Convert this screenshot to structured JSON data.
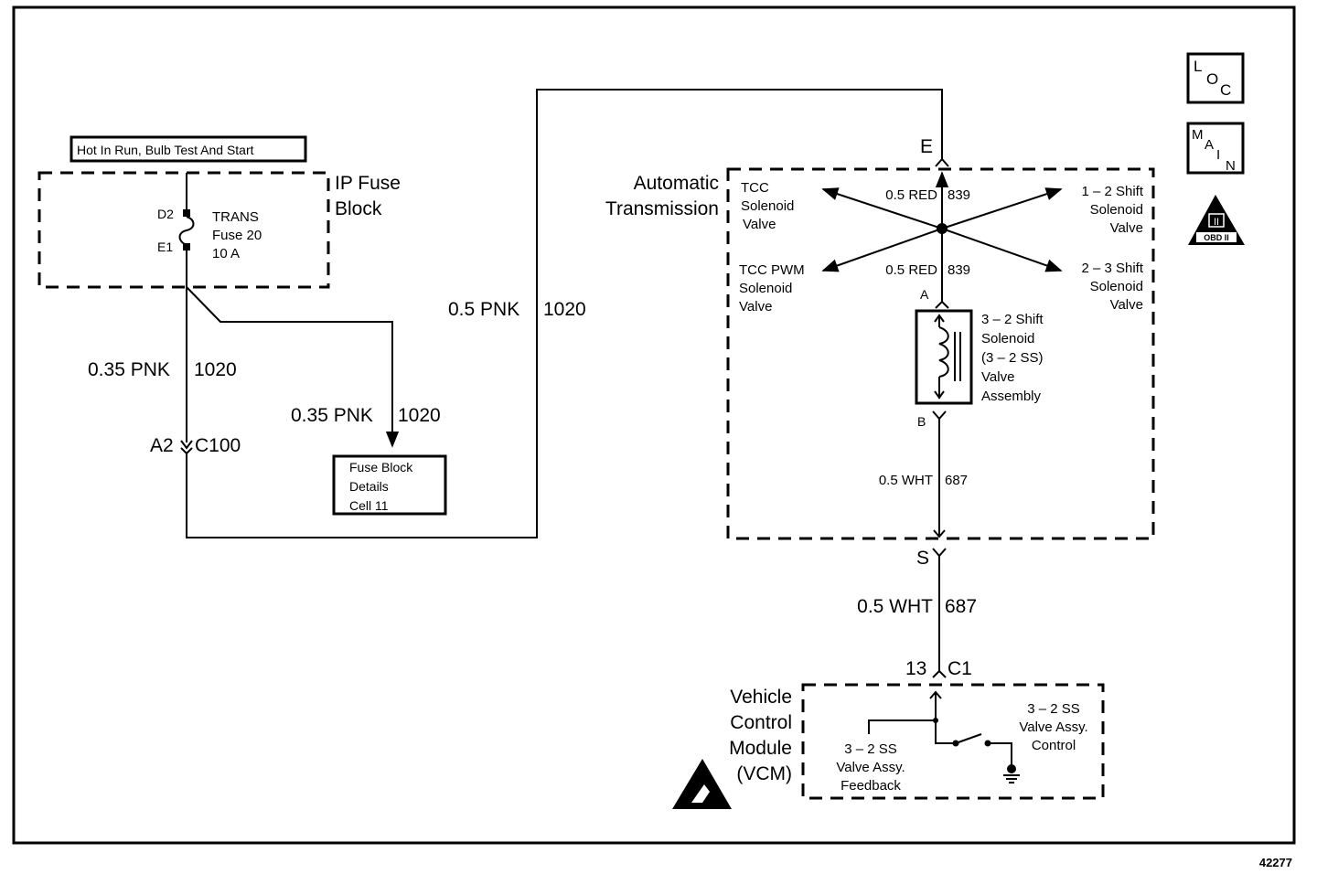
{
  "diagram": {
    "figure_number": "42277",
    "power_label": "Hot In Run, Bulb Test And Start",
    "ip_fuse_block": {
      "label_line1": "IP Fuse",
      "label_line2": "Block",
      "terminal_top": "D2",
      "terminal_bottom": "E1",
      "fuse_name": "TRANS",
      "fuse_number": "Fuse 20",
      "fuse_rating": "10 A"
    },
    "wires": {
      "left_down": {
        "gauge_color": "0.35 PNK",
        "circuit": "1020"
      },
      "to_fuse_details": {
        "gauge_color": "0.35 PNK",
        "circuit": "1020"
      },
      "to_trans": {
        "gauge_color": "0.5 PNK",
        "circuit": "1020"
      },
      "red_top": {
        "gauge_color": "0.5 RED",
        "circuit": "839"
      },
      "red_bottom": {
        "gauge_color": "0.5 RED",
        "circuit": "839"
      },
      "wht_inside": {
        "gauge_color": "0.5 WHT",
        "circuit": "687"
      },
      "wht_outside": {
        "gauge_color": "0.5 WHT",
        "circuit": "687"
      }
    },
    "connectors": {
      "c100_pin": "A2",
      "c100_name": "C100",
      "trans_e": "E",
      "trans_a": "A",
      "trans_b": "B",
      "trans_s": "S",
      "c1_pin": "13",
      "c1_name": "C1"
    },
    "fuse_details": {
      "line1": "Fuse Block",
      "line2": "Details",
      "line3": "Cell 11"
    },
    "auto_trans": {
      "label_line1": "Automatic",
      "label_line2": "Transmission",
      "tcc": [
        "TCC",
        "Solenoid",
        "Valve"
      ],
      "tcc_pwm": [
        "TCC PWM",
        "Solenoid",
        "Valve"
      ],
      "shift12": [
        "1 – 2 Shift",
        "Solenoid",
        "Valve"
      ],
      "shift23": [
        "2 – 3 Shift",
        "Solenoid",
        "Valve"
      ],
      "shift32": [
        "3 – 2 Shift",
        "Solenoid",
        "(3 – 2 SS)",
        "Valve",
        "Assembly"
      ]
    },
    "vcm": {
      "label": [
        "Vehicle",
        "Control",
        "Module",
        "(VCM)"
      ],
      "feedback": [
        "3 – 2 SS",
        "Valve Assy.",
        "Feedback"
      ],
      "control": [
        "3 – 2 SS",
        "Valve Assy.",
        "Control"
      ]
    },
    "badges": {
      "loc": [
        "L",
        "O",
        "C"
      ],
      "main": [
        "M",
        "A",
        "I",
        "N"
      ],
      "obd_numeral": "II",
      "obd_label": "OBD II"
    }
  }
}
